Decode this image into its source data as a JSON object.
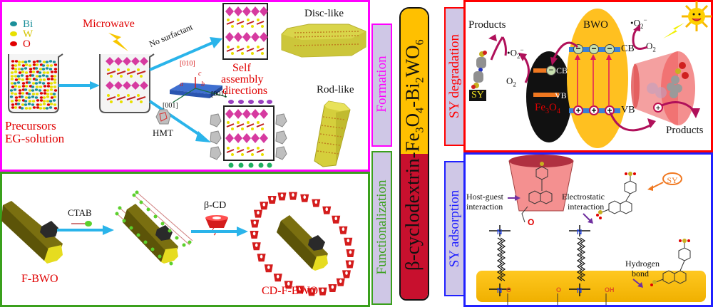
{
  "colors": {
    "formation": "#ff00ff",
    "functionalization": "#3aa01c",
    "degradation": "#ff0000",
    "adsorption": "#2020ff",
    "tab_fill": "#cfc7e6",
    "title_top": "#ffc000",
    "title_bottom": "#c8102e",
    "label_red": "#e00000",
    "arrow_blue": "#2ab4ea"
  },
  "central_title": {
    "prefix": "β-cyclodextrin-",
    "formula_parts": [
      "Fe",
      "3",
      "O",
      "4",
      "-Bi",
      "2",
      "WO",
      "6"
    ],
    "full_text": "β-cyclodextrin-Fe3O4-Bi2WO6"
  },
  "formation": {
    "tab_label": "Formation",
    "legend": [
      {
        "label": "Bi",
        "color": "#1a8f9a"
      },
      {
        "label": "W",
        "color": "#e8e000"
      },
      {
        "label": "O",
        "color": "#e00000"
      }
    ],
    "microwave_label": "Microwave",
    "precursors_label": [
      "Precursors",
      "EG-solution"
    ],
    "no_surfactant_label": "No surfactant",
    "axis_labels": {
      "top": "[010]",
      "c": "c",
      "a": "a",
      "b": "b",
      "left": "[001]",
      "right": "[001]"
    },
    "self_assembly_label": [
      "Self",
      "assembly",
      "directions"
    ],
    "hmt_label": "HMT",
    "disc_label": "Disc-like",
    "rod_label": "Rod-like"
  },
  "functionalization": {
    "tab_label": "Functionalization",
    "ctab_label": "CTAB",
    "beta_cd_label": "β-CD",
    "fbwo_label": "F-BWO",
    "cdfbwo_label": "CD-F-BWO"
  },
  "degradation": {
    "tab_label": "SY degradation",
    "products_left": "Products",
    "products_right": "Products",
    "o2_radical": "•O2−",
    "o2_radical_base": "O",
    "o2_radical_sub": "2",
    "o2_radical_sup": "−",
    "o2": "O",
    "o2_sub": "2",
    "sy_label": "SY",
    "fe3o4_parts": [
      "Fe",
      "3",
      "O",
      "4"
    ],
    "bwo_label": "BWO",
    "cb_label": "CB",
    "vb_label": "VB",
    "electron_sign": "−",
    "hole_sign": "+"
  },
  "adsorption": {
    "tab_label": "SY adsorption",
    "host_guest_label": [
      "Host-guest",
      "interaction"
    ],
    "electrostatic_label": [
      "Electrostatic",
      "interaction"
    ],
    "hydrogen_label": [
      "Hydrogen",
      "bond"
    ],
    "sy_tag": "SY",
    "n_plus": "N+",
    "o_minus": "O−",
    "oh": "OH"
  }
}
